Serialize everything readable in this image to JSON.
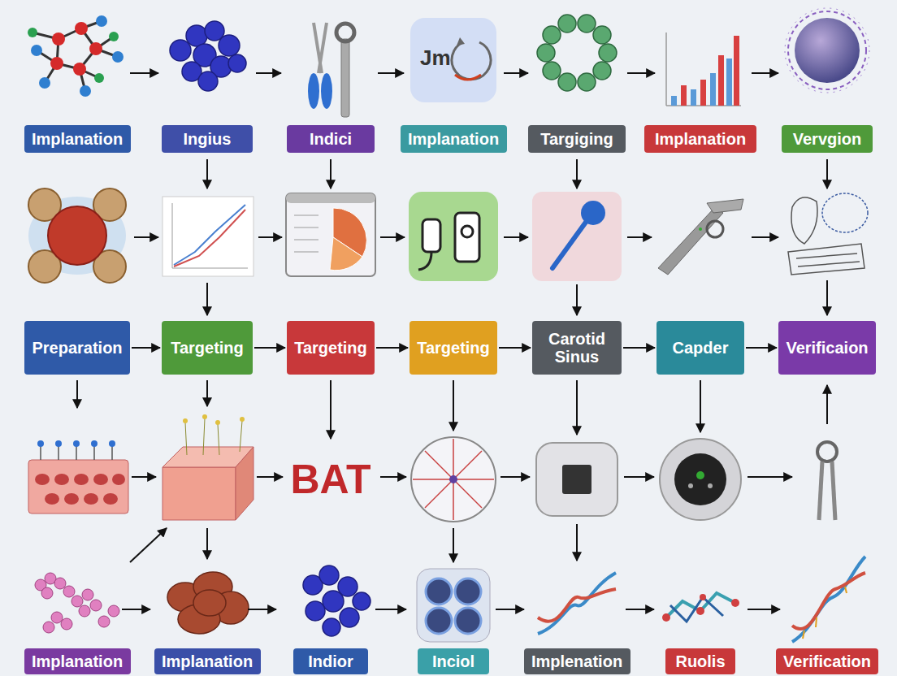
{
  "diagram": {
    "nodes": [
      {
        "text": [
          "Implanation"
        ]
      },
      {
        "text": [
          "Ingius"
        ]
      },
      {
        "text": [
          "Indici"
        ]
      },
      {
        "text": [
          "Implanation"
        ]
      },
      {
        "text": [
          "Targiging"
        ]
      },
      {
        "text": [
          "Implanation"
        ]
      },
      {
        "text": [
          "Vervgion"
        ]
      },
      {
        "text": [
          "Preparation"
        ]
      },
      {
        "text": [
          "Targeting"
        ]
      },
      {
        "text": [
          "Targeting"
        ]
      },
      {
        "text": [
          "Targeting"
        ]
      },
      {
        "text": [
          "Carotid Sinus"
        ]
      },
      {
        "text": [
          "Capder"
        ]
      },
      {
        "text": [
          "Verificaion"
        ]
      },
      {
        "text": [
          "Implanation"
        ]
      },
      {
        "text": [
          "Implanation"
        ]
      },
      {
        "text": [
          "Indior"
        ]
      },
      {
        "text": [
          "Inciol"
        ]
      },
      {
        "text": [
          "Implenation"
        ]
      },
      {
        "text": [
          "Ruolis"
        ]
      },
      {
        "text": [
          "Verification"
        ]
      }
    ],
    "edges": [
      {
        "from": 7,
        "to": 8,
        "arrow": "to"
      },
      {
        "from": 8,
        "to": 9,
        "arrow": "to"
      },
      {
        "from": 9,
        "to": 10,
        "arrow": "to"
      },
      {
        "from": 10,
        "to": 11,
        "arrow": "to"
      },
      {
        "from": 11,
        "to": 12,
        "arrow": "to"
      },
      {
        "from": 12,
        "to": 13,
        "arrow": "to"
      }
    ],
    "labels": [
      "Jm",
      "BAT"
    ]
  }
}
